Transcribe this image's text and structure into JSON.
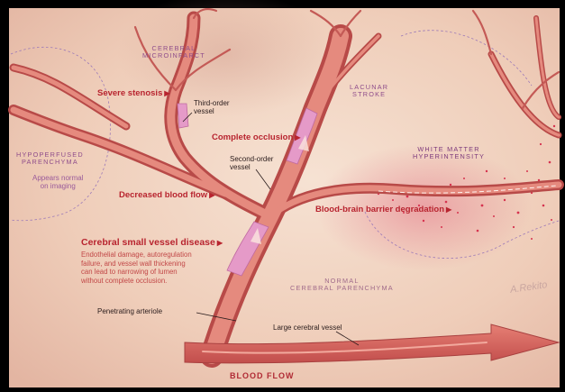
{
  "labels": {
    "cerebral_microinfarct": [
      "CEREBRAL",
      "MICROINFARCT"
    ],
    "lacunar_stroke": [
      "LACUNAR",
      "STROKE"
    ],
    "hypoperfused": [
      "HYPOPERFUSED",
      "PARENCHYMA"
    ],
    "appears_normal": [
      "Appears normal",
      "on imaging"
    ],
    "white_matter": [
      "WHITE MATTER",
      "HYPERINTENSITY"
    ],
    "normal_parenchyma": [
      "NORMAL",
      "CEREBRAL PARENCHYMA"
    ],
    "severe_stenosis": "Severe stenosis",
    "third_order": [
      "Third-order",
      "vessel"
    ],
    "complete_occlusion": "Complete occlusion",
    "second_order": [
      "Second-order",
      "vessel"
    ],
    "decreased_flow": "Decreased blood flow",
    "bbb_degradation": "Blood-brain barrier degradation",
    "svd_title": "Cerebral small vessel disease",
    "svd_desc": [
      "Endothelial damage, autoregulation",
      "failure, and vessel wall thickening",
      "can lead to narrowing of lumen",
      "without complete occlusion."
    ],
    "penetrating_arteriole": "Penetrating arteriole",
    "large_vessel": "Large cerebral vessel",
    "blood_flow": "BLOOD FLOW",
    "signature": "A.Rekito"
  },
  "colors": {
    "background": "#f0d2c0",
    "vessel": "#e07c72",
    "vessel_dark": "#b84a48",
    "stenosis": "#e59ac8",
    "label_red": "#b8242f",
    "label_purple": "#8f4d8b"
  }
}
